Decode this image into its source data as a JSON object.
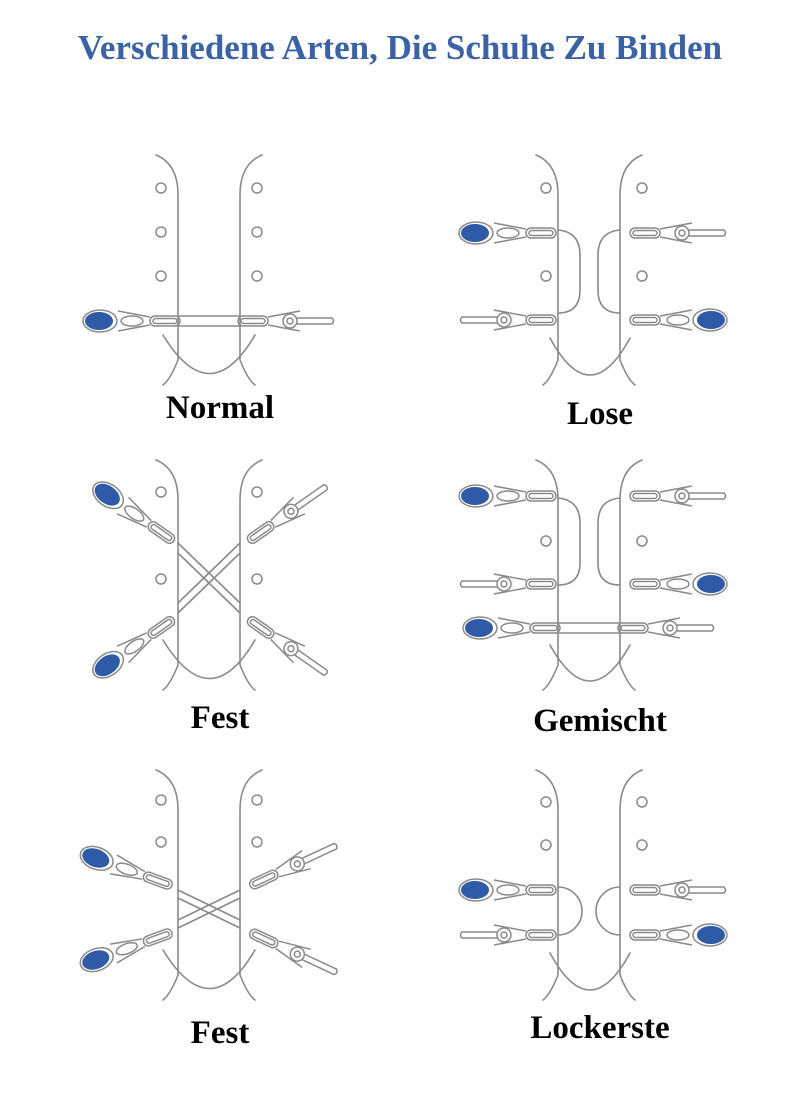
{
  "title": "Verschiedene Arten, Die Schuhe Zu Binden",
  "colors": {
    "title": "#3a62a8",
    "aglet": "#2f5aa8",
    "line": "#8a8a8a"
  },
  "panels": [
    {
      "label": "Normal"
    },
    {
      "label": "Lose"
    },
    {
      "label": "Fest"
    },
    {
      "label": "Gemischt"
    },
    {
      "label": "Fest"
    },
    {
      "label": "Lockerste"
    }
  ]
}
